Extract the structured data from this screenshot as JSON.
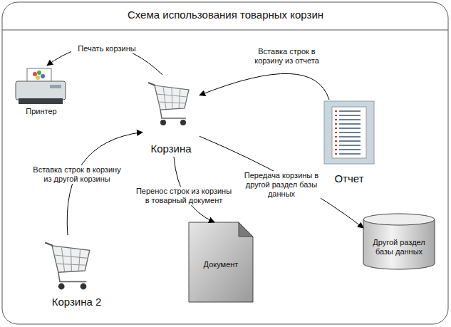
{
  "diagram": {
    "title": "Схема использования товарных корзин",
    "nodes": [
      {
        "text": [
          "Принтер"
        ]
      },
      {
        "text": [
          "Корзина"
        ]
      },
      {
        "text": [
          "Отчет"
        ]
      },
      {
        "text": [
          "Корзина 2"
        ]
      },
      {
        "text": [
          "Документ"
        ]
      },
      {
        "text": [
          "Другой раздел базы данных"
        ]
      }
    ],
    "edges": [
      {
        "from": 1,
        "to": 0,
        "label": "Печать корзины",
        "arrow": "to"
      },
      {
        "from": 2,
        "to": 1,
        "label": "Вставка строк в корзину из отчета",
        "arrow": "to"
      },
      {
        "from": 3,
        "to": 1,
        "label": "Вставка строк в корзину из другой корзины",
        "arrow": "to"
      },
      {
        "from": 1,
        "to": 4,
        "label": "Перенос строк из корзины в товарный документ",
        "arrow": "to"
      },
      {
        "from": 1,
        "to": 5,
        "label": "Передача корзины в другой раздел базы данных",
        "arrow": "to"
      }
    ]
  }
}
